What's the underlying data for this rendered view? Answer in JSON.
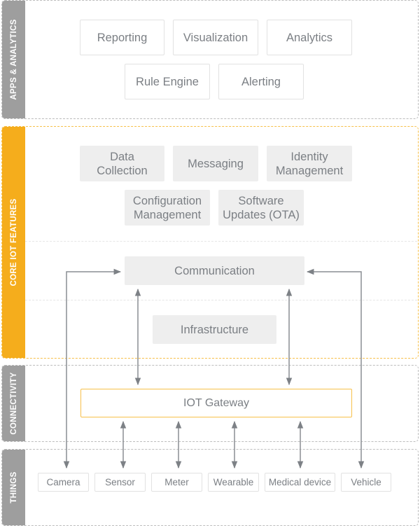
{
  "colors": {
    "layer_gray": "#9e9e9e",
    "layer_orange": "#f5ad1c",
    "gateway_border": "#f7c04a",
    "arrow": "#7d8186",
    "text": "#7b7f84",
    "feature_fill": "#eeeeee"
  },
  "layers": {
    "apps": {
      "label": "APPS & ANALYTICS",
      "items": [
        "Reporting",
        "Visualization",
        "Analytics",
        "Rule Engine",
        "Alerting"
      ]
    },
    "core": {
      "label": "CORE IOT FEATURES",
      "features": [
        "Data\nCollection",
        "Messaging",
        "Identity\nManagement",
        "Configuration\nManagement",
        "Software\nUpdates (OTA)"
      ],
      "communication": "Communication",
      "infrastructure": "Infrastructure"
    },
    "connectivity": {
      "label": "CONNECTIVITY",
      "gateway": "IOT Gateway"
    },
    "things": {
      "label": "THINGS",
      "items": [
        "Camera",
        "Sensor",
        "Meter",
        "Wearable",
        "Medical device",
        "Vehicle"
      ]
    }
  }
}
